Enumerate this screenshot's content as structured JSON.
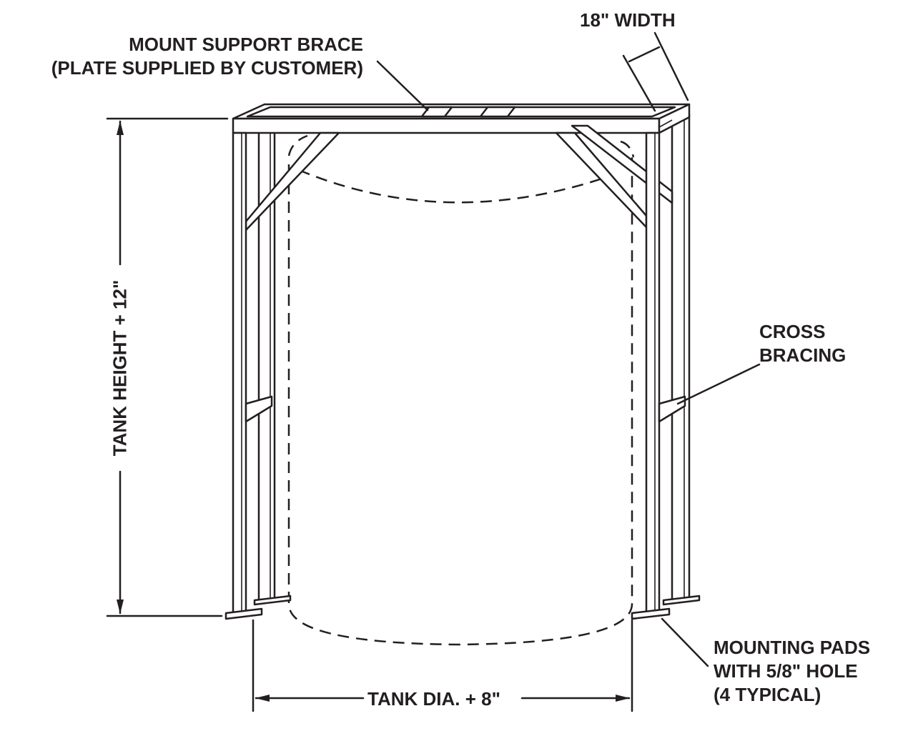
{
  "labels": {
    "mount_brace_1": "MOUNT SUPPORT BRACE",
    "mount_brace_2": "(PLATE SUPPLIED BY CUSTOMER)",
    "width": "18\" WIDTH",
    "cross_bracing_1": "CROSS",
    "cross_bracing_2": "BRACING",
    "height": "TANK HEIGHT + 12\"",
    "dia": "TANK DIA. + 8\"",
    "pads_1": "MOUNTING PADS",
    "pads_2": "WITH 5/8\" HOLE",
    "pads_3": "(4 TYPICAL)"
  },
  "colors": {
    "ink": "#231f20",
    "paper": "#ffffff"
  }
}
